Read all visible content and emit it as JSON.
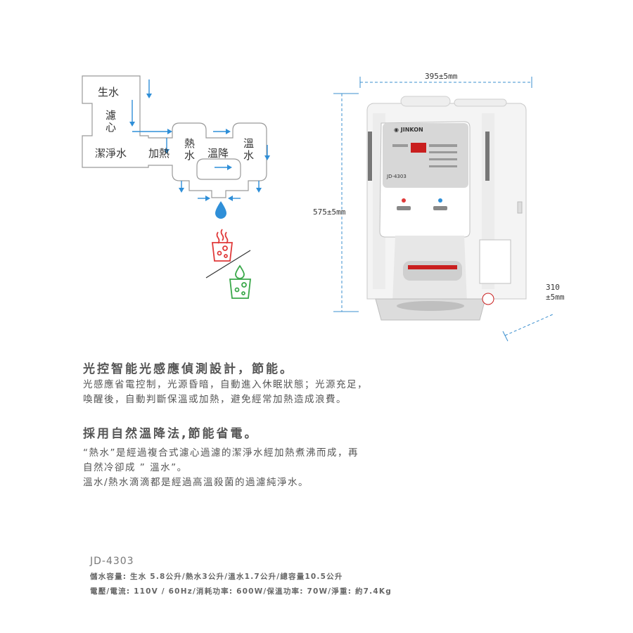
{
  "flow": {
    "raw_water": "生水",
    "filter_1": "濾",
    "filter_2": "心",
    "purified_water": "潔淨水",
    "heating": "加熱",
    "hot_1": "熱",
    "hot_2": "水",
    "cooling": "溫降",
    "warm_1": "溫",
    "warm_2": "水"
  },
  "product": {
    "brand": "JINKON",
    "model_panel": "JD-4303",
    "width": "395±5mm",
    "height": "575±5mm",
    "depth_1": "310",
    "depth_2": "±5mm"
  },
  "section1": {
    "heading": "光控智能光感應偵測設計，節能。",
    "line1": "光感應省電控制，光源昏暗，自動進入休眠狀態；光源充足，",
    "line2": "喚醒後，自動判斷保溫或加熱，避免經常加熱造成浪費。"
  },
  "section2": {
    "heading": "採用自然溫降法,節能省電。",
    "line1": "“熱水”是經過複合式濾心過濾的潔淨水經加熱煮沸而成，再",
    "line2": "自然冷卻成 ” 溫水”。",
    "line3": "溫水/熱水滴滴都是經過高溫殺菌的過濾純淨水。"
  },
  "specs": {
    "model": "JD-4303",
    "line1": "儲水容量: 生水 5.8公升/熱水3公升/溫水1.7公升/總容量10.5公升",
    "line2": "電壓/電流: 110V / 60Hz/消耗功率: 600W/保溫功率: 70W/淨重: 約7.4Kg"
  },
  "colors": {
    "arrow_blue": "#2f8fd8",
    "hot_red": "#e03a3a",
    "warm_green": "#3aa84a",
    "droplet_blue": "#2f8fd8"
  }
}
